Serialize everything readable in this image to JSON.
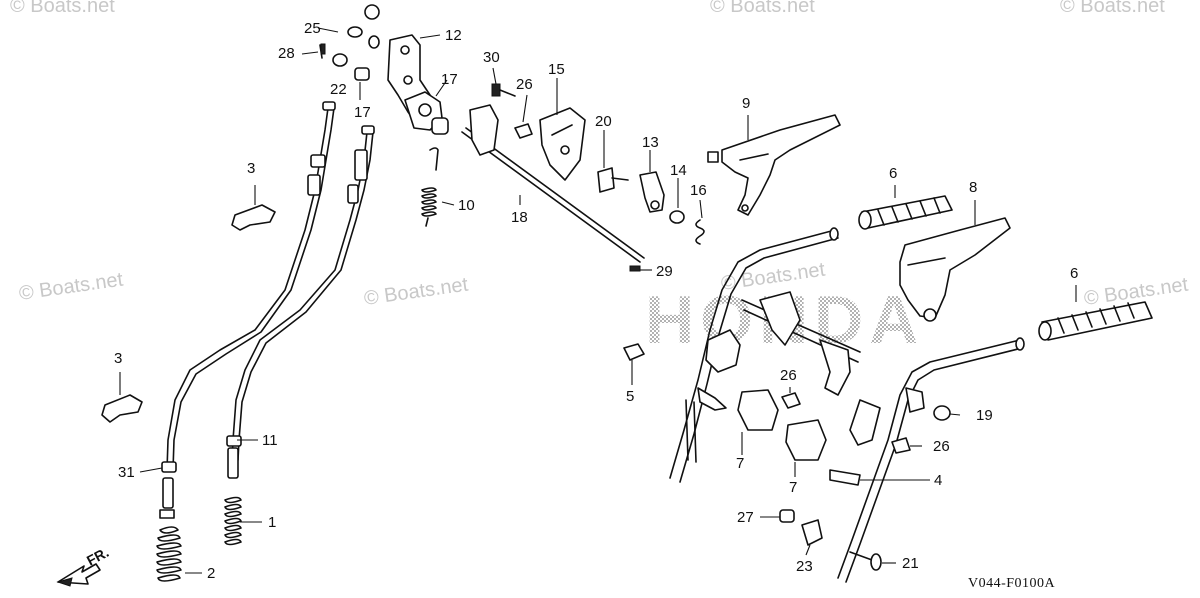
{
  "watermark": "© Boats.net",
  "drawing_code": "V044-F0100A",
  "front_arrow_label": "FR.",
  "brand_watermark": "HONDA",
  "callouts": [
    "1",
    "2",
    "3",
    "3",
    "4",
    "5",
    "6",
    "6",
    "7",
    "7",
    "8",
    "9",
    "10",
    "11",
    "12",
    "13",
    "14",
    "15",
    "16",
    "17",
    "17",
    "18",
    "19",
    "20",
    "21",
    "22",
    "23",
    "25",
    "26",
    "26",
    "26",
    "27",
    "28",
    "29",
    "30",
    "31"
  ]
}
